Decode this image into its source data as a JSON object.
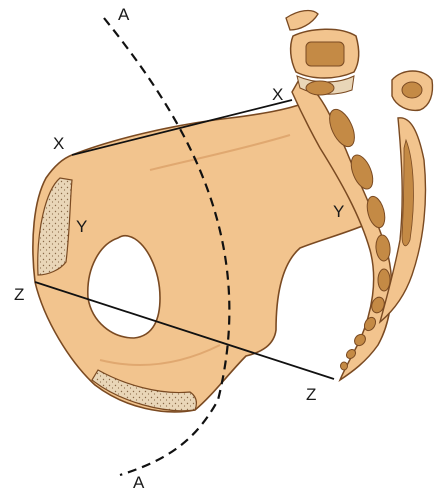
{
  "labels": {
    "a_top": "A",
    "a_bottom": "A",
    "x_left": "X",
    "x_right": "X",
    "y_left": "Y",
    "y_right": "Y",
    "z_left": "Z",
    "z_right": "Z"
  },
  "colors": {
    "bone_fill": "#f2c48e",
    "bone_outline": "#7a4a22",
    "vertebra_body": "#c48a45",
    "cartilage": "#e9d6b8",
    "line": "#111111"
  }
}
